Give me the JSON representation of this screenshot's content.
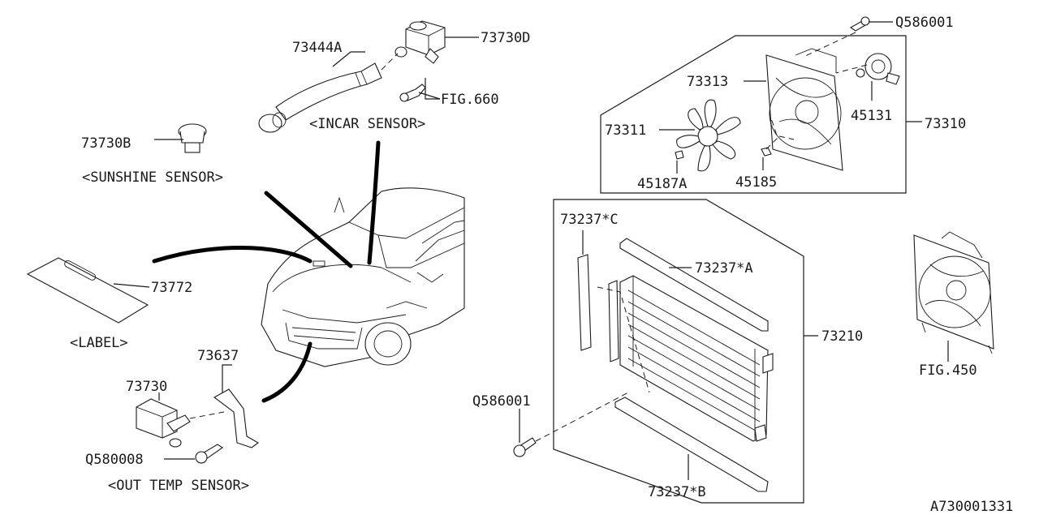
{
  "diagram_id": "A730001331",
  "parts": {
    "p73444A": "73444A",
    "p73730D": "73730D",
    "fig660": "FIG.660",
    "incar_sensor": "<INCAR SENSOR>",
    "p73730B": "73730B",
    "sunshine_sensor": "<SUNSHINE SENSOR>",
    "p73772": "73772",
    "label_caption": "<LABEL>",
    "p73637": "73637",
    "p73730": "73730",
    "q580008": "Q580008",
    "out_temp_sensor": "<OUT TEMP SENSOR>",
    "q586001_top": "Q586001",
    "p73313": "73313",
    "p45131": "45131",
    "p73310": "73310",
    "p73311": "73311",
    "p45187A": "45187A",
    "p45185": "45185",
    "p73237C": "73237*C",
    "p73237A": "73237*A",
    "p73210": "73210",
    "q586001_bottom": "Q586001",
    "p73237B": "73237*B",
    "fig450": "FIG.450"
  }
}
